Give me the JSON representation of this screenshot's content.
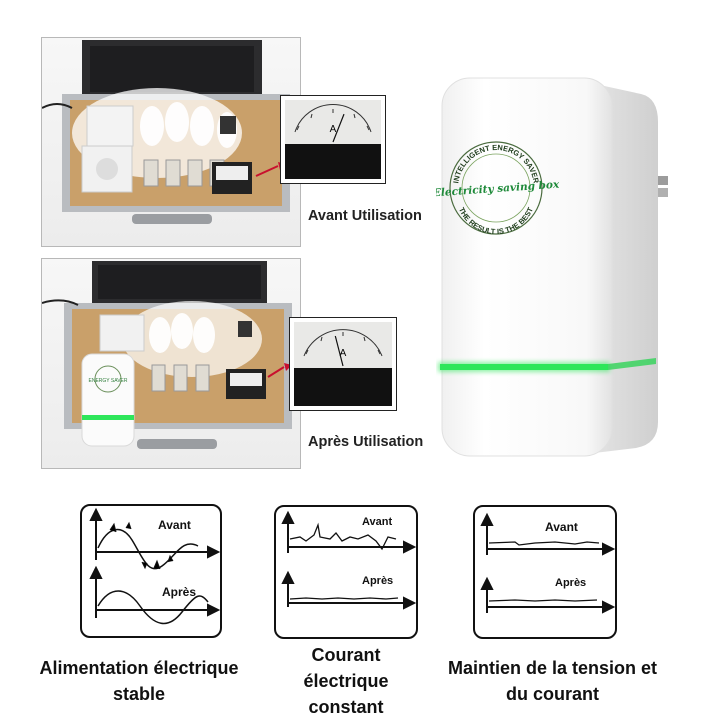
{
  "captions": {
    "before": "Avant Utilisation",
    "after": "Après Utilisation"
  },
  "device": {
    "ring_top_text": "INTELLIGENT ENERGY SAVER",
    "product_name": "Electricity saving box",
    "ring_bottom_text": "THE RESULT IS THE BEST",
    "mini_label": "ENERGY SAVER",
    "led_color": "#2ee65a"
  },
  "meter": {
    "unit": "A",
    "needle_before": 0.62,
    "needle_after": 0.42
  },
  "graphs": [
    {
      "top_label": "Avant",
      "bottom_label": "Après",
      "feature": "Alimentation électrique stable"
    },
    {
      "top_label": "Avant",
      "bottom_label": "Après",
      "feature": "Courant électrique constant"
    },
    {
      "top_label": "Avant",
      "bottom_label": "Après",
      "feature": "Maintien de la tension et du courant"
    }
  ],
  "colors": {
    "accent_green": "#2ee65a",
    "arrow_red": "#c8102e",
    "case_wood": "#c9a06a",
    "case_metal": "#b9bcc0"
  }
}
